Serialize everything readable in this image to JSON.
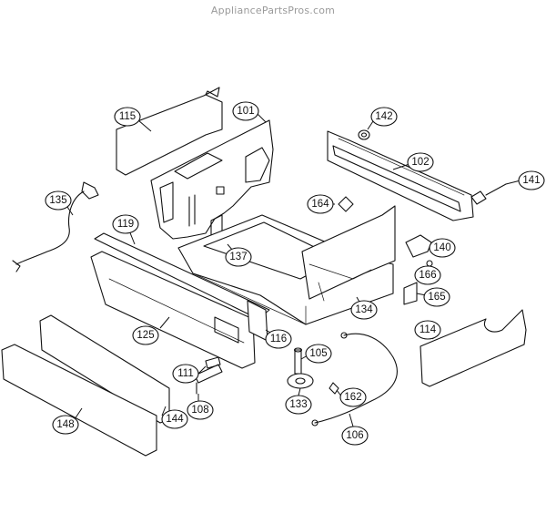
{
  "watermark": "AppliancePartsPros.com",
  "callouts": [
    {
      "id": "115",
      "label": "115"
    },
    {
      "id": "101",
      "label": "101"
    },
    {
      "id": "142",
      "label": "142"
    },
    {
      "id": "102",
      "label": "102"
    },
    {
      "id": "141",
      "label": "141"
    },
    {
      "id": "135",
      "label": "135"
    },
    {
      "id": "164",
      "label": "164"
    },
    {
      "id": "119",
      "label": "119"
    },
    {
      "id": "137",
      "label": "137"
    },
    {
      "id": "140",
      "label": "140"
    },
    {
      "id": "166",
      "label": "166"
    },
    {
      "id": "165",
      "label": "165"
    },
    {
      "id": "134",
      "label": "134"
    },
    {
      "id": "125",
      "label": "125"
    },
    {
      "id": "116",
      "label": "116"
    },
    {
      "id": "114",
      "label": "114"
    },
    {
      "id": "105",
      "label": "105"
    },
    {
      "id": "111",
      "label": "111"
    },
    {
      "id": "162",
      "label": "162"
    },
    {
      "id": "133",
      "label": "133"
    },
    {
      "id": "108",
      "label": "108"
    },
    {
      "id": "144",
      "label": "144"
    },
    {
      "id": "148",
      "label": "148"
    },
    {
      "id": "106",
      "label": "106"
    }
  ]
}
